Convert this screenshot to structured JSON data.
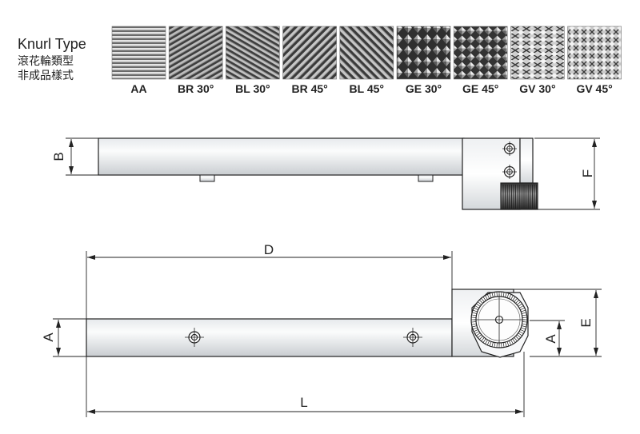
{
  "header": {
    "title": "Knurl Type",
    "subtitle_line1": "滾花輪類型",
    "subtitle_line2": "非成品樣式"
  },
  "knurl_samples": [
    {
      "label": "AA",
      "pattern": "horizontal"
    },
    {
      "label": "BR 30°",
      "pattern": "diag-right-30"
    },
    {
      "label": "BL 30°",
      "pattern": "diag-left-30"
    },
    {
      "label": "BR 45°",
      "pattern": "diag-right-45"
    },
    {
      "label": "BL 45°",
      "pattern": "diag-left-45"
    },
    {
      "label": "GE 30°",
      "pattern": "pyramid-30"
    },
    {
      "label": "GE 45°",
      "pattern": "pyramid-45"
    },
    {
      "label": "GV 30°",
      "pattern": "diamond-30"
    },
    {
      "label": "GV 45°",
      "pattern": "diamond-45"
    }
  ],
  "dimensions": {
    "side_view": {
      "B": "B",
      "F": "F"
    },
    "top_view": {
      "D": "D",
      "A_left": "A",
      "A_right": "A",
      "E": "E",
      "L": "L"
    }
  },
  "colors": {
    "line": "#222222",
    "body_light": "#f2f4f5",
    "body_dark": "#c8ccd0",
    "knurl_wheel": "#4a4a4a"
  }
}
